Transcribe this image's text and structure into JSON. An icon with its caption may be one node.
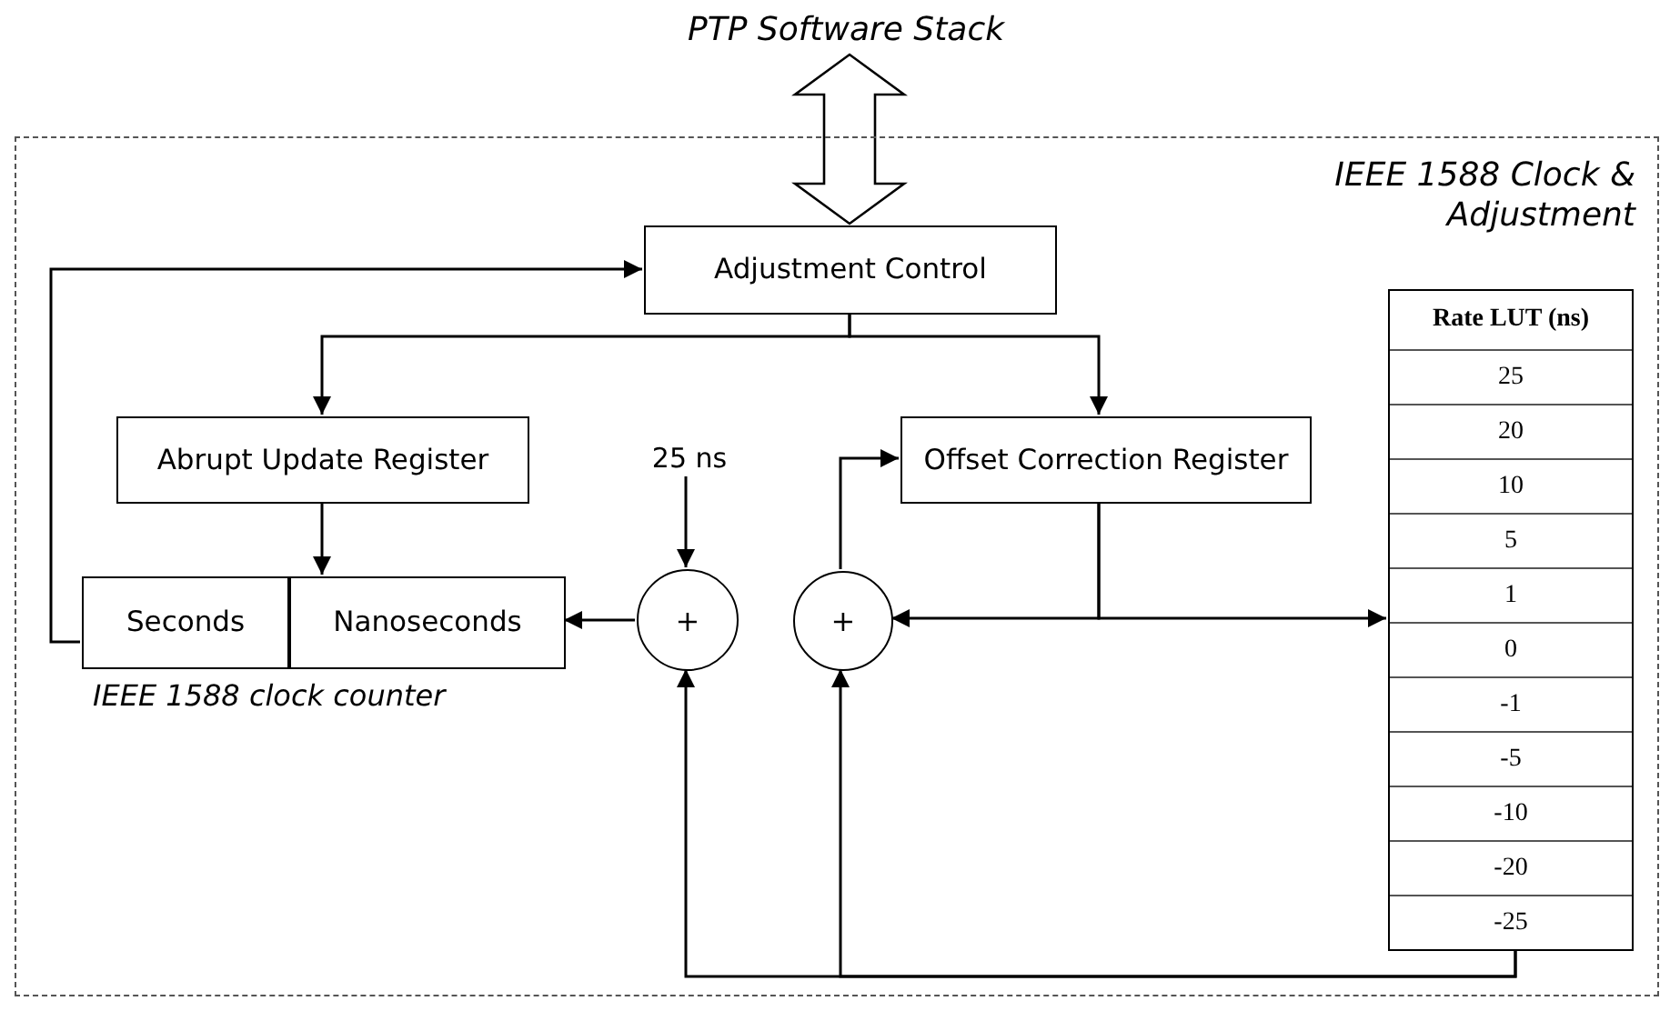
{
  "diagram": {
    "nodes": [
      {
        "text": [
          "IEEE 1588 Clock & Adjustment"
        ]
      },
      {
        "text": [
          "PTP Software Stack"
        ]
      },
      {
        "text": [
          "Adjustment Control"
        ],
        "in": 0
      },
      {
        "text": [
          "Abrupt Update Register"
        ],
        "in": 0
      },
      {
        "text": [
          "Offset Correction Register"
        ],
        "in": 0
      },
      {
        "text": [
          "IEEE 1588 clock counter"
        ],
        "in": 0
      },
      {
        "text": [
          "Seconds"
        ],
        "in": 5
      },
      {
        "text": [
          "Nanoseconds"
        ],
        "in": 5
      },
      {
        "text": [
          "25 ns"
        ],
        "in": 0
      },
      {
        "text": [
          "+"
        ],
        "in": 0
      },
      {
        "text": [
          "+"
        ],
        "in": 0
      },
      {
        "text": [
          "Rate LUT (ns)",
          "25",
          "20",
          "10",
          "5",
          "1",
          "0",
          "-1",
          "-5",
          "-10",
          "-20",
          "-25"
        ],
        "in": 0
      }
    ],
    "edges": [
      {
        "from": 1,
        "to": 2,
        "arrow": "both",
        "style": "thick"
      },
      {
        "from": 6,
        "to": 2,
        "arrow": "to"
      },
      {
        "from": 2,
        "to": 3,
        "arrow": "to"
      },
      {
        "from": 2,
        "to": 4,
        "arrow": "to"
      },
      {
        "from": 3,
        "to": 7,
        "arrow": "to"
      },
      {
        "from": 8,
        "to": 9,
        "arrow": "to"
      },
      {
        "from": 9,
        "to": 7,
        "arrow": "to"
      },
      {
        "from": 10,
        "to": 4,
        "arrow": "to"
      },
      {
        "from": 4,
        "to": 10,
        "arrow": "to"
      },
      {
        "from": 4,
        "to": 11,
        "arrow": "to"
      },
      {
        "from": 11,
        "to": 9,
        "arrow": "to"
      },
      {
        "from": 11,
        "to": 10,
        "arrow": "to"
      }
    ]
  }
}
